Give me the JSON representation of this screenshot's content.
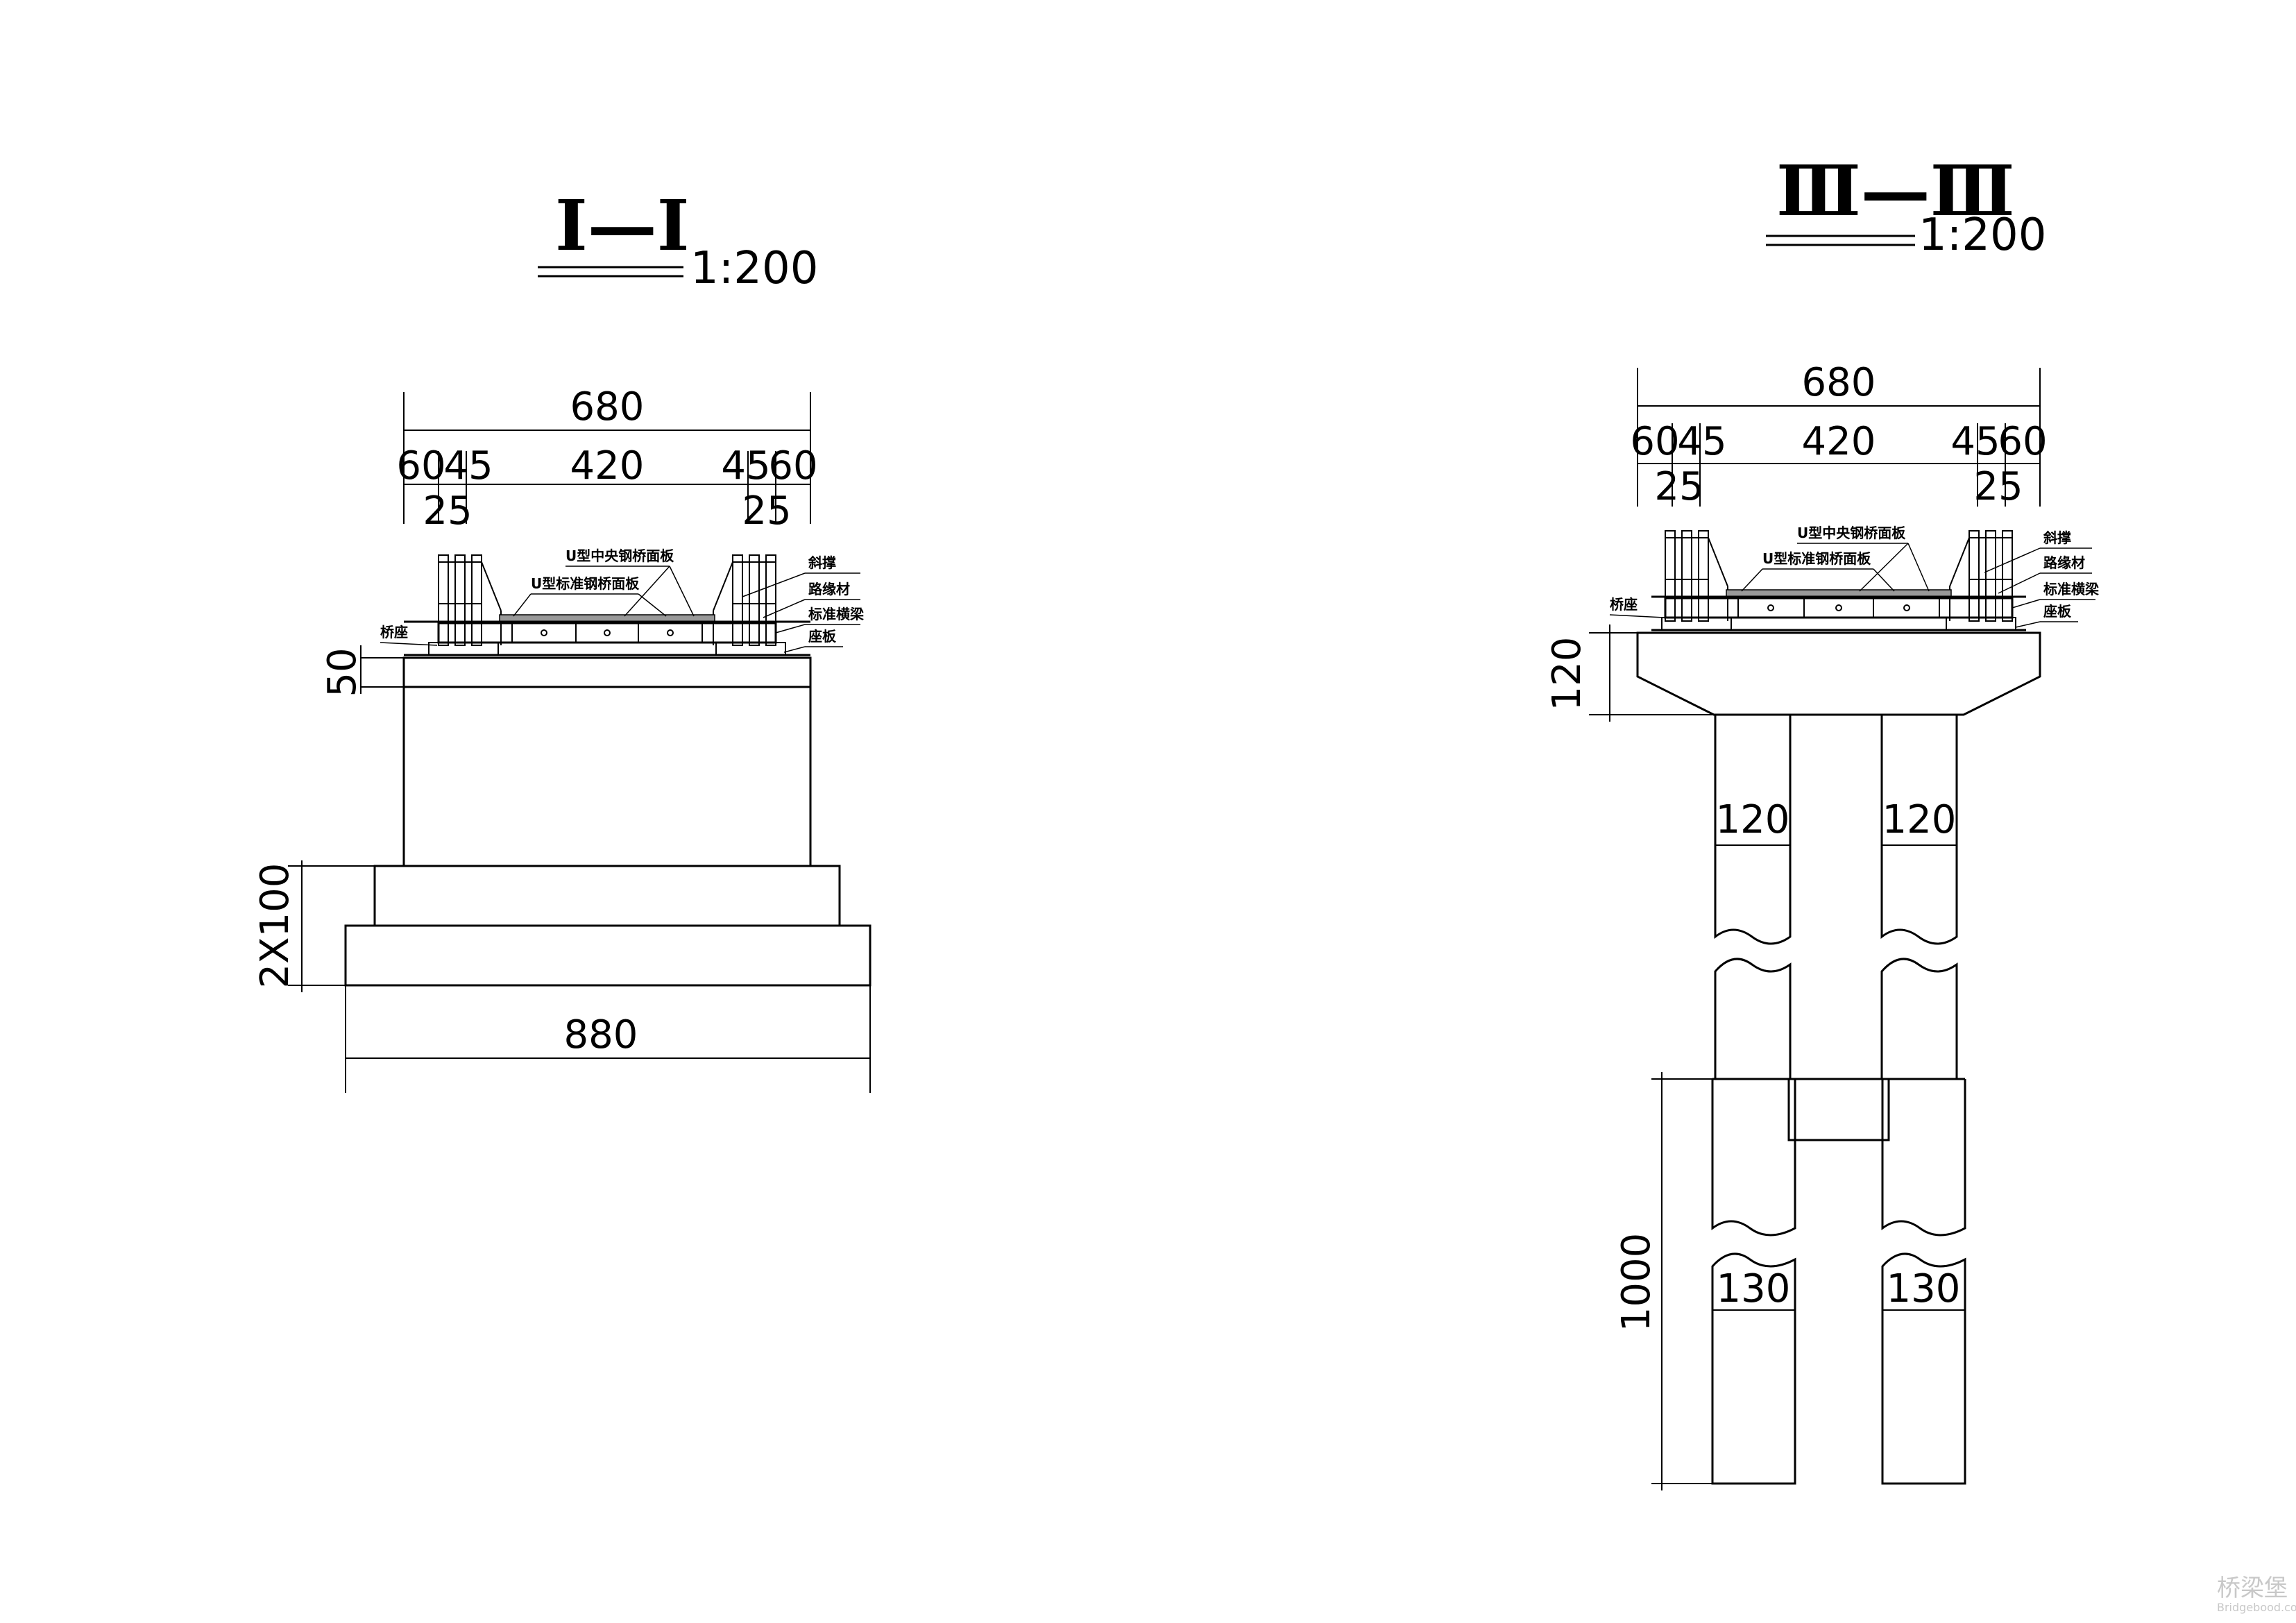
{
  "views": {
    "left": {
      "title": "Ⅰ—Ⅰ",
      "scale": "1:200",
      "dims": {
        "total_top": "680",
        "d60_left": "60",
        "d45_left": "45",
        "d420": "420",
        "d45_right": "45",
        "d60_right": "60",
        "d25_left": "25",
        "d25_right": "25",
        "d50": "50",
        "d2x100": "2X100",
        "d880": "880"
      },
      "labels": {
        "u_center": "U型中央钢桥面板",
        "u_standard": "U型标准钢桥面板",
        "diag_brace": "斜撑",
        "curb": "路缘材",
        "std_beam": "标准横梁",
        "base_plate": "座板",
        "bearing": "桥座"
      }
    },
    "right": {
      "title": "Ⅲ—Ⅲ",
      "scale": "1:200",
      "dims": {
        "total_top": "680",
        "d60_left": "60",
        "d45_left": "45",
        "d420": "420",
        "d45_right": "45",
        "d60_right": "60",
        "d25_left": "25",
        "d25_right": "25",
        "d120_cap": "120",
        "col_upper_left": "120",
        "col_upper_right": "120",
        "col_lower_left": "130",
        "col_lower_right": "130",
        "d1000": "1000"
      },
      "labels": {
        "u_center": "U型中央钢桥面板",
        "u_standard": "U型标准钢桥面板",
        "diag_brace": "斜撑",
        "curb": "路缘材",
        "std_beam": "标准横梁",
        "base_plate": "座板",
        "bearing": "桥座"
      }
    }
  },
  "watermark": {
    "line1": "桥梁堡",
    "line2": "Bridgebood.com.cn"
  }
}
